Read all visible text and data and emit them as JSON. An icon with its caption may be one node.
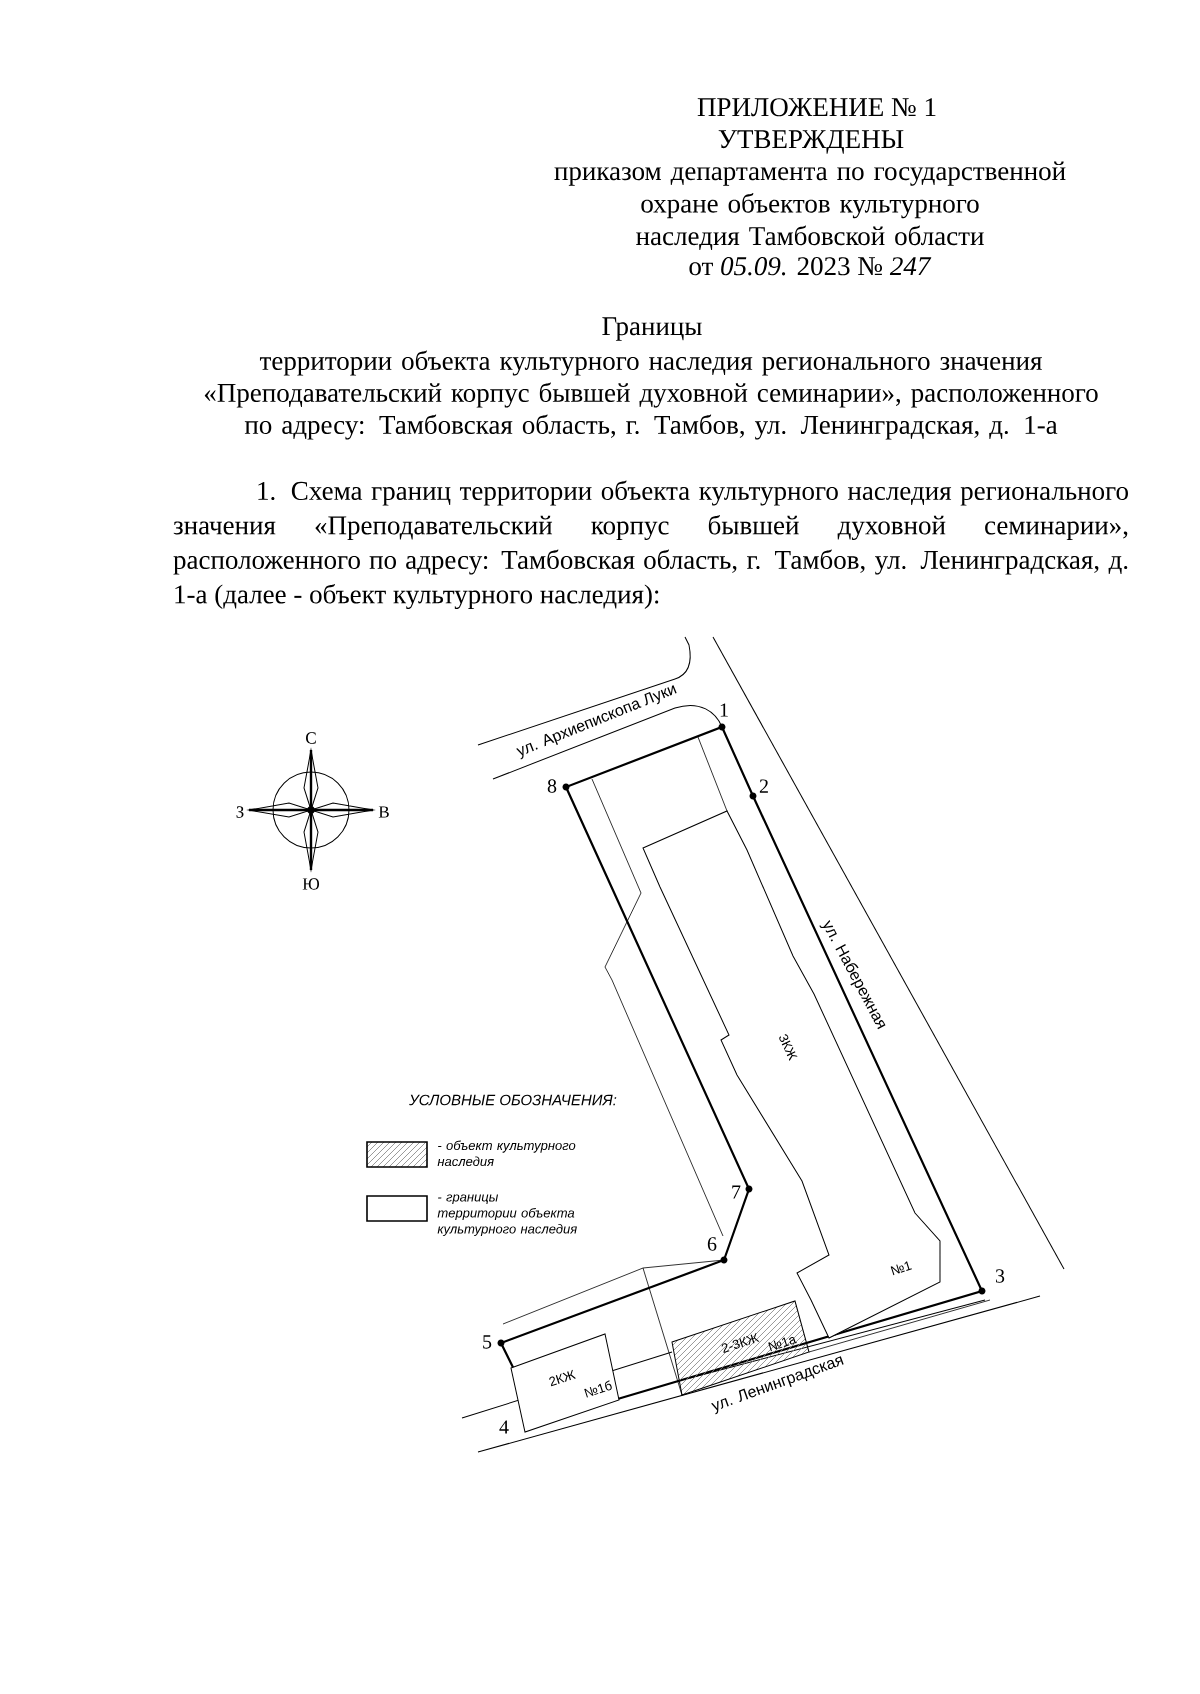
{
  "diagram": {
    "title": "Границы",
    "nodes": [
      {
        "text": [
          "3КЖ",
          "№1"
        ]
      },
      {
        "text": [
          "2-3КЖ",
          "№1а"
        ]
      },
      {
        "text": [
          "2КЖ",
          "№1б"
        ]
      }
    ],
    "labels": [
      "ПРИЛОЖЕНИЕ № 1",
      "УТВЕРЖДЕНЫ",
      "приказом департамента по государственной охране объектов культурного наследия Тамбовской области",
      "от *05.09.* 2023 № *247*",
      "территории объекта культурного наследия регионального значения «Преподавательский корпус бывшей духовной семинарии», расположенного по адресу: Тамбовская область, г. Тамбов, ул. Ленинградская, д. 1-а",
      "1. Схема границ территории объекта культурного наследия регионального значения «Преподавательский корпус бывшей духовной семинарии», расположенного по адресу: Тамбовская область, г. Тамбов, ул. Ленинградская, д. 1-а (далее - объект культурного наследия):",
      "С",
      "З",
      "В",
      "Ю",
      "ул. Архиепископа Луки",
      "1",
      "2",
      "8",
      "ул. Набережная",
      "7",
      "6",
      "3",
      "5",
      "4",
      "ул. Ленинградская",
      "УСЛОВНЫЕ ОБОЗНАЧЕНИЯ:"
    ],
    "legend": [
      {
        "text": "- объект культурного наследия"
      },
      {
        "text": "- границы территории объекта культурного наследия"
      }
    ]
  }
}
